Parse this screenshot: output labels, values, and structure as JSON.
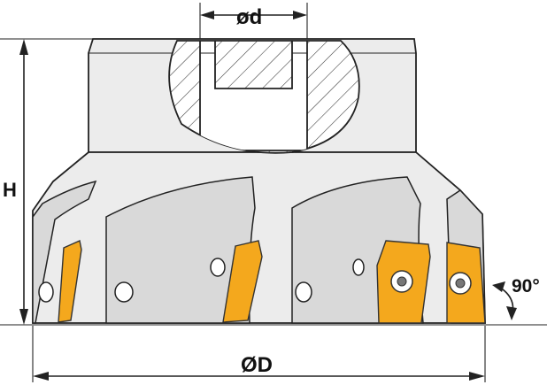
{
  "labels": {
    "bore_diameter": "ød",
    "height": "H",
    "outer_diameter": "ØD",
    "angle": "90°"
  },
  "colors": {
    "insert": "#f4a81d",
    "body": "#ececec",
    "section": "#ffffff",
    "outline": "#222222"
  }
}
